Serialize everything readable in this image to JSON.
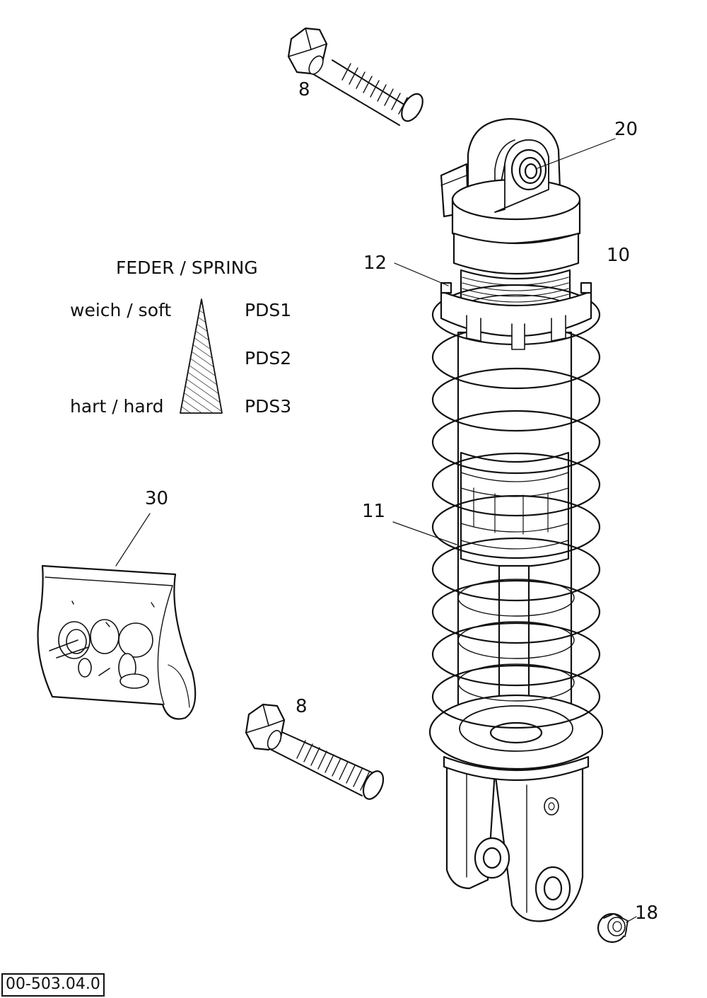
{
  "part_callouts": {
    "bolt_top": "8",
    "eye_bushing": "20",
    "shock_absorber": "10",
    "adjuster_ring": "12",
    "spring": "11",
    "seal_kit": "30",
    "bolt_bottom": "8",
    "spacer": "18"
  },
  "spring_legend": {
    "title": "FEDER / SPRING",
    "soft_label": "weich / soft",
    "hard_label": "hart / hard",
    "grades": [
      "PDS1",
      "PDS2",
      "PDS3"
    ]
  },
  "drawing_number": "00-503.04.0",
  "colors": {
    "line": "#111111",
    "background": "#ffffff"
  }
}
